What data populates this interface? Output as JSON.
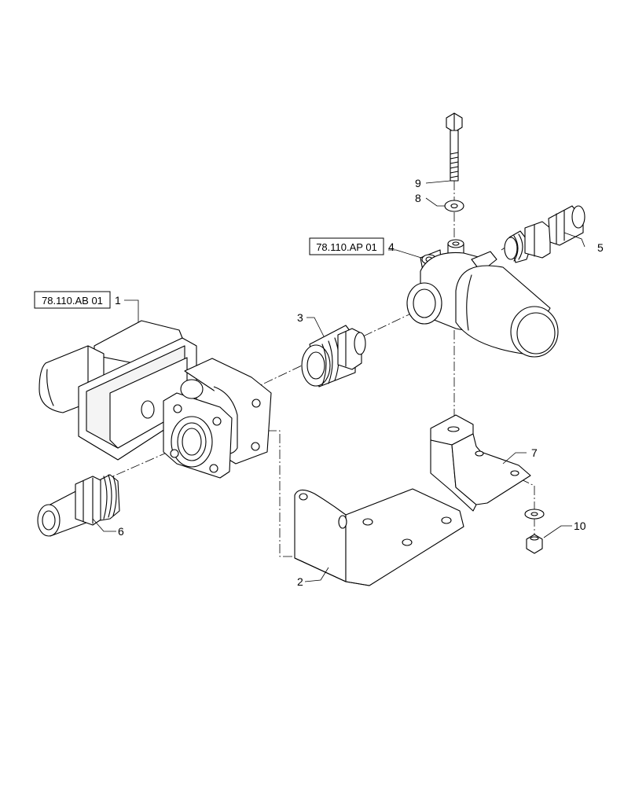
{
  "reference_boxes": [
    {
      "id": "ref-ab",
      "label": "78.110.AB 01"
    },
    {
      "id": "ref-ap",
      "label": "78.110.AP 01"
    }
  ],
  "callouts": [
    "1",
    "2",
    "3",
    "4",
    "5",
    "6",
    "7",
    "8",
    "9",
    "10"
  ]
}
